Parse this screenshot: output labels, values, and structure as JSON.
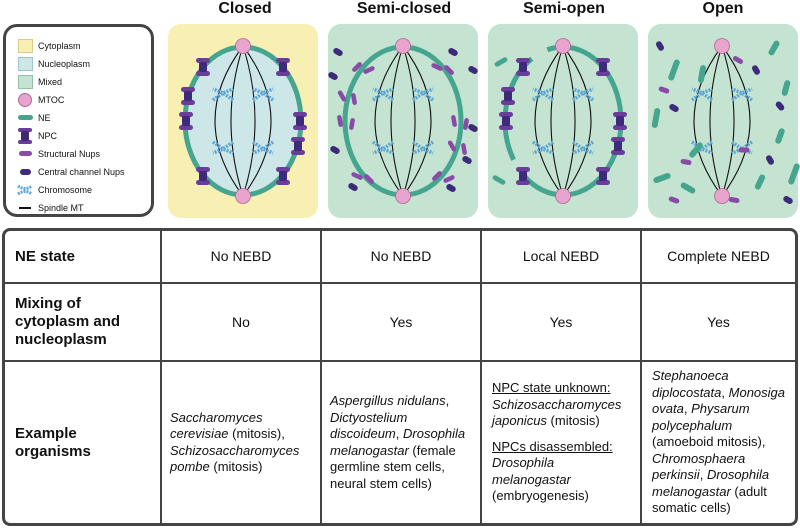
{
  "legend": {
    "items": [
      {
        "label": "Cytoplasm",
        "icon": "cytoplasm-swatch",
        "color": "#f8efb3"
      },
      {
        "label": "Nucleoplasm",
        "icon": "nucleoplasm-swatch",
        "color": "#cde6e8"
      },
      {
        "label": "Mixed",
        "icon": "mixed-swatch",
        "color": "#c4e3d0"
      },
      {
        "label": "MTOC",
        "icon": "mtoc-circle",
        "color": "#e8a4cd"
      },
      {
        "label": "NE",
        "icon": "ne-bar",
        "color": "#46a58f"
      },
      {
        "label": "NPC",
        "icon": "npc-icon",
        "color": "#6a3d9a"
      },
      {
        "label": "Structural Nups",
        "icon": "structural-nup-pill",
        "color": "#8a4ba8"
      },
      {
        "label": "Central channel Nups",
        "icon": "central-channel-nup-pill",
        "color": "#3d2a7a"
      },
      {
        "label": "Chromosome",
        "icon": "chromosome-icon",
        "color": "#5aa5d9"
      },
      {
        "label": "Spindle MT",
        "icon": "spindle-line",
        "color": "#111111"
      }
    ]
  },
  "panels": [
    {
      "title": "Closed",
      "bg": "#f8efb3",
      "inner": "#cde6e8"
    },
    {
      "title": "Semi-closed",
      "bg": "#c4e3d0"
    },
    {
      "title": "Semi-open",
      "bg": "#c4e3d0"
    },
    {
      "title": "Open",
      "bg": "#c4e3d0"
    }
  ],
  "table": {
    "rows": [
      {
        "header": "NE state",
        "cells": [
          "No NEBD",
          "No NEBD",
          "Local NEBD",
          "Complete NEBD"
        ]
      },
      {
        "header": "Mixing of cytoplasm and nucleoplasm",
        "cells": [
          "No",
          "Yes",
          "Yes",
          "Yes"
        ]
      }
    ],
    "organisms": {
      "header": "Example organisms",
      "closed": {
        "sp1": "Saccharomyces cerevisiae",
        "t1": " (mitosis),",
        "sp2": "Schizosaccharomyces pombe",
        "t2": " (mitosis)"
      },
      "semiclosed": {
        "sp1": "Aspergillus nidulans",
        "t1": ",",
        "sp2": "Dictyostelium discoideum",
        "t2": ",",
        "sp3": "Drosophila melanogastar",
        "t3": " (female germline stem cells, neural stem cells)"
      },
      "semiopen": {
        "h1": "NPC state unknown:",
        "sp1": "Schizosaccharomyces japonicus",
        "t1": " (mitosis)",
        "h2": "NPCs disassembled:",
        "sp2": "Drosophila melanogastar",
        "t2": " (embryogenesis)"
      },
      "open": {
        "sp1": "Stephanoeca diplocostata",
        "t1": ",",
        "sp2": "Monosiga ovata",
        "t2": ",",
        "sp3": "Physarum polycephalum",
        "t3": " (amoeboid mitosis),",
        "sp4": "Chromosphaera perkinsii",
        "t4": ",",
        "sp5": "Drosophila melanogastar",
        "t5": " (adult somatic cells)"
      }
    }
  }
}
